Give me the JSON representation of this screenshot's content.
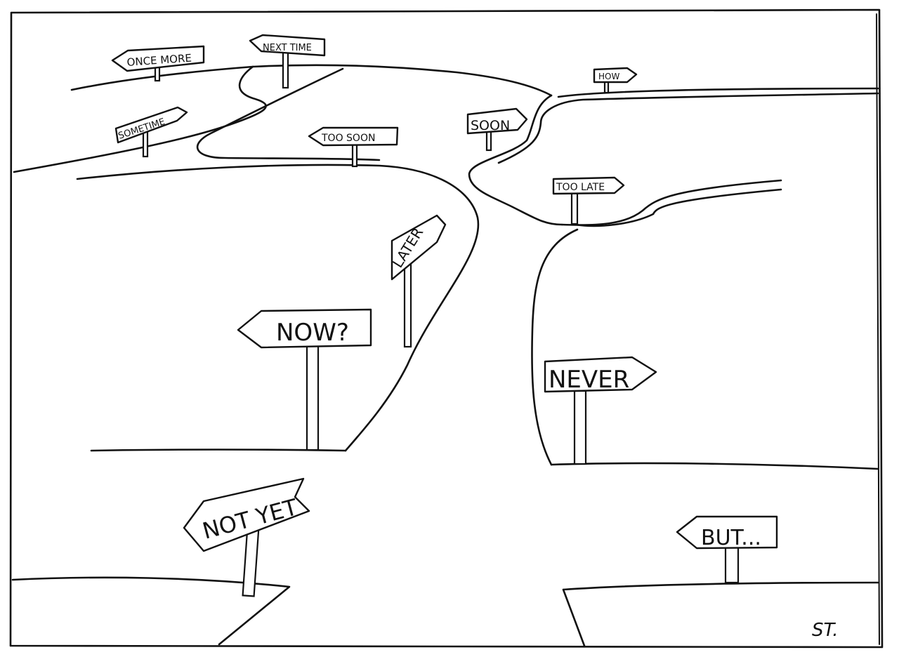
{
  "signs": {
    "once_more": "ONCE MORE",
    "next_time": "NEXT TIME",
    "how": "HOW",
    "sometime": "SOMETIME",
    "too_soon": "TOO SOON",
    "soon": "SOON",
    "too_late": "TOO LATE",
    "later": "LATER",
    "now": "NOW?",
    "never": "NEVER",
    "not_yet": "NOT YET",
    "but": "BUT..."
  },
  "signature": "ST."
}
